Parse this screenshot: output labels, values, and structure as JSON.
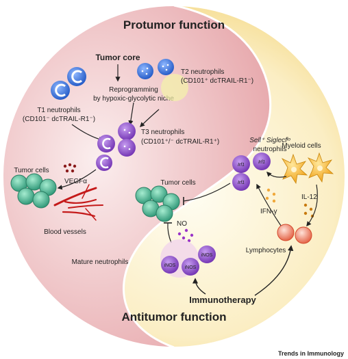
{
  "titles": {
    "top": "Protumor function",
    "bottom": "Antitumor function"
  },
  "protumor": {
    "tumor_core": "Tumor core",
    "reprogramming_line1": "Reprogramming",
    "reprogramming_line2": "by hypoxic-glycolytic niche",
    "t2_line1": "T2 neutrophils",
    "t2_line2": "(CD101⁺ dcTRAIL-R1⁻)",
    "t1_line1": "T1 neutrophils",
    "t1_line2": "(CD101⁻ dcTRAIL-R1⁻)",
    "t3_line1": "T3 neutrophils",
    "t3_line2": "(CD101⁺/⁻ dcTRAIL-R1⁺)",
    "vegf": "VEGFα",
    "tumor_cells": "Tumor cells",
    "blood_vessels": "Blood vessels"
  },
  "antitumor": {
    "sell_line1": "Sell⁺ Siglecfˡᵒ",
    "sell_line2": "neutrophils",
    "myeloid": "Myeloid cells",
    "tumor_cells": "Tumor cells",
    "ifn": "IFN-γ",
    "il12": "IL-12",
    "no": "NO",
    "lymphocytes": "Lymphocytes",
    "mature": "Mature neutrophils",
    "immunotherapy": "Immunotherapy",
    "irf1": "Irf1",
    "inos": "iNOS"
  },
  "footer": "Trends in Immunology",
  "colors": {
    "pink_bg": "#f2c9cc",
    "yellow_bg": "#f6dc8c",
    "neutrophil_purple": "#8e4fc4",
    "t1_blue": "#2f6fd9",
    "tumor_green": "#3fae8c",
    "vessel_red": "#c41a1a",
    "myeloid_orange": "#f2a318",
    "lymphocyte_red": "#e8543a"
  }
}
